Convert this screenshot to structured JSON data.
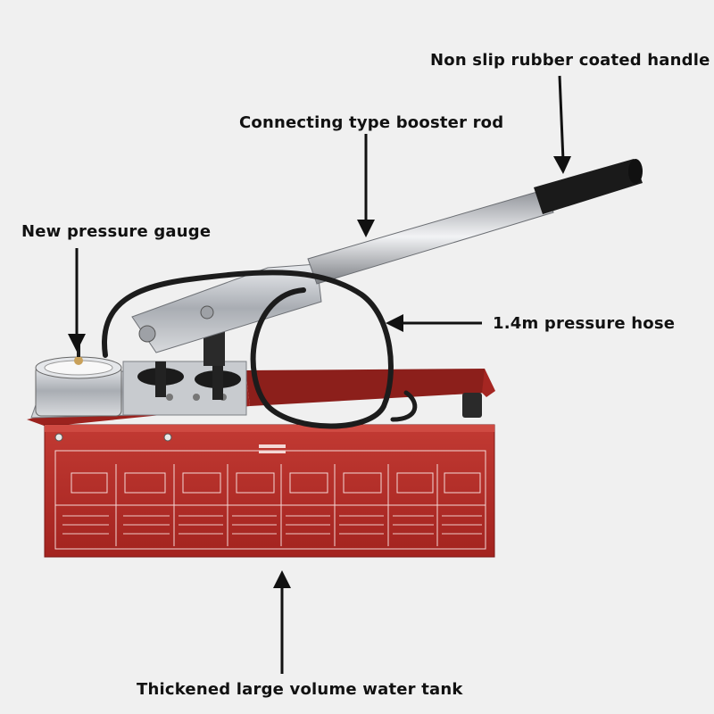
{
  "labels": {
    "handle": "Non slip rubber coated handle",
    "rod": "Connecting type booster rod",
    "gauge": "New pressure gauge",
    "hose": "1.4m pressure hose",
    "tank": "Thickened large volume water tank"
  },
  "colors": {
    "background": "#f0f0f0",
    "tank_red": "#b52a26",
    "steel": "#c9ccd0",
    "rubber": "#1a1a1a"
  }
}
